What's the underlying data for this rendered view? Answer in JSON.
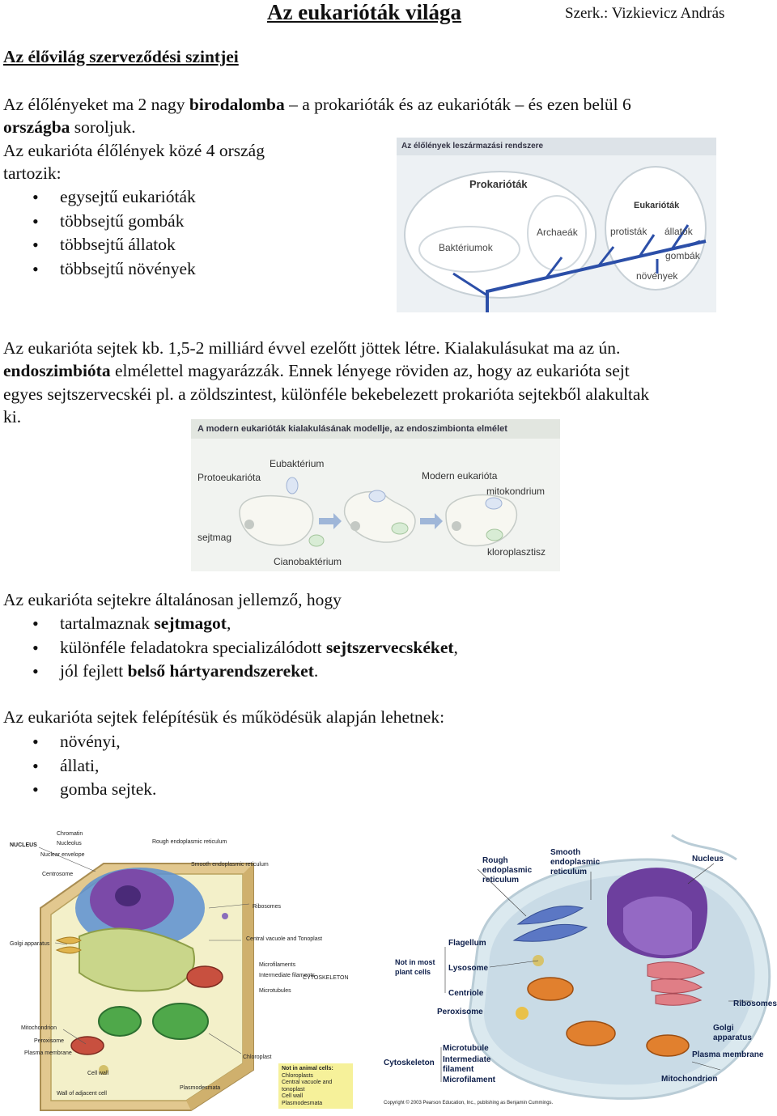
{
  "header": {
    "title": "Az eukarióták világa",
    "author": "Szerk.: Vizkievicz András"
  },
  "section": {
    "heading": "Az élővilág szerveződési szintjei"
  },
  "p1": {
    "a": "Az élőlényeket ma 2 nagy ",
    "b": "birodalomba",
    "c": " – a prokarióták és az eukarióták – és ezen belül 6",
    "d": "országba",
    "e": " soroljuk."
  },
  "p2": {
    "line1": "Az eukarióta élőlények közé 4 ország",
    "line2": "tartozik:"
  },
  "kingdoms": [
    "egysejtű eukarióták",
    "többsejtű gombák",
    "többsejtű állatok",
    "többsejtű növények"
  ],
  "fig1": {
    "title": "Az élőlények leszármazási rendszere",
    "prokaryotes": "Prokarióták",
    "bacteria": "Baktériumok",
    "archaea": "Archaeák",
    "eukaryotes": "Eukarióták",
    "protists": "protisták",
    "animals": "állatok",
    "fungi": "gombák",
    "plants": "növények"
  },
  "p3": {
    "line1": "Az eukarióta sejtek kb. 1,5-2 milliárd évvel ezelőtt jöttek létre. Kialakulásukat ma az ún.",
    "line2_b": "endoszimbióta",
    "line2_r": " elmélettel magyarázzák. Ennek lényege röviden az, hogy az eukarióta sejt",
    "line3": "egyes sejtszervecskéi pl. a zöldszintest, különféle bekebelezett prokarióta sejtekből alakultak",
    "line4": "ki."
  },
  "fig2": {
    "title": "A modern eukarióták kialakulásának modellje, az endoszimbionta elmélet",
    "eubacterium": "Eubaktérium",
    "protoeukaryote": "Protoeukarióta",
    "modern": "Modern eukarióta",
    "mitochondrion": "mitokondrium",
    "nucleus": "sejtmag",
    "cyanobacterium": "Cianobaktérium",
    "chloroplast": "kloroplasztisz"
  },
  "p4": {
    "intro": "Az eukarióta sejtekre általánosan jellemző, hogy"
  },
  "features": [
    {
      "pre": "tartalmaznak ",
      "bold": "sejtmagot",
      "post": ","
    },
    {
      "pre": "különféle feladatokra specializálódott ",
      "bold": "sejtszervecskéket",
      "post": ","
    },
    {
      "pre": "jól fejlett ",
      "bold": "belső hártyarendszereket",
      "post": "."
    }
  ],
  "p5": {
    "intro": "Az eukarióta sejtek felépítésük és működésük alapján lehetnek:"
  },
  "cell_types": [
    "növényi,",
    "állati,",
    "gomba sejtek."
  ],
  "plant_cell": {
    "nucleus": "NUCLEUS",
    "chromatin": "Chromatin",
    "nucleolus": "Nucleolus",
    "envelope": "Nuclear envelope",
    "centrosome": "Centrosome",
    "rough_er": "Rough endoplasmic reticulum",
    "smooth_er": "Smooth endoplasmic reticulum",
    "ribosomes": "Ribosomes",
    "golgi": "Golgi apparatus",
    "vacuole": "Central vacuole and Tonoplast",
    "microfilaments": "Microfilaments",
    "intermediate": "Intermediate filaments",
    "microtubules": "Microtubules",
    "cytoskeleton": "CYTOSKELETON",
    "mitochondrion": "Mitochondrion",
    "peroxisome": "Peroxisome",
    "plasma_membrane": "Plasma membrane",
    "chloroplast": "Chloroplast",
    "cell_wall": "Cell wall",
    "plasmodesmata": "Plasmodesmata",
    "adjacent_wall": "Wall of adjacent cell",
    "note_title": "Not in animal cells:",
    "note_items": [
      "Chloroplasts",
      "Central vacuole and tonoplast",
      "Cell wall",
      "Plasmodesmata"
    ]
  },
  "animal_cell": {
    "rough_er": "Rough endoplasmic reticulum",
    "smooth_er": "Smooth endoplasmic reticulum",
    "nucleus": "Nucleus",
    "flagellum": "Flagellum",
    "not_in_plants": "Not in most plant cells",
    "lysosome": "Lysosome",
    "centriole": "Centriole",
    "peroxisome": "Peroxisome",
    "ribosomes": "Ribosomes",
    "golgi": "Golgi apparatus",
    "microtubule": "Microtubule",
    "intermediate": "Intermediate filament",
    "microfilament": "Microfilament",
    "cytoskeleton": "Cytoskeleton",
    "plasma_membrane": "Plasma membrane",
    "mitochondrion": "Mitochondrion",
    "copyright": "Copyright © 2003 Pearson Education, Inc., publishing as Benjamin Cummings."
  },
  "colors": {
    "tree_blue": "#2c4fa8",
    "note_yellow": "#f6f19a",
    "nucleus_purple": "#7b4aa8"
  }
}
